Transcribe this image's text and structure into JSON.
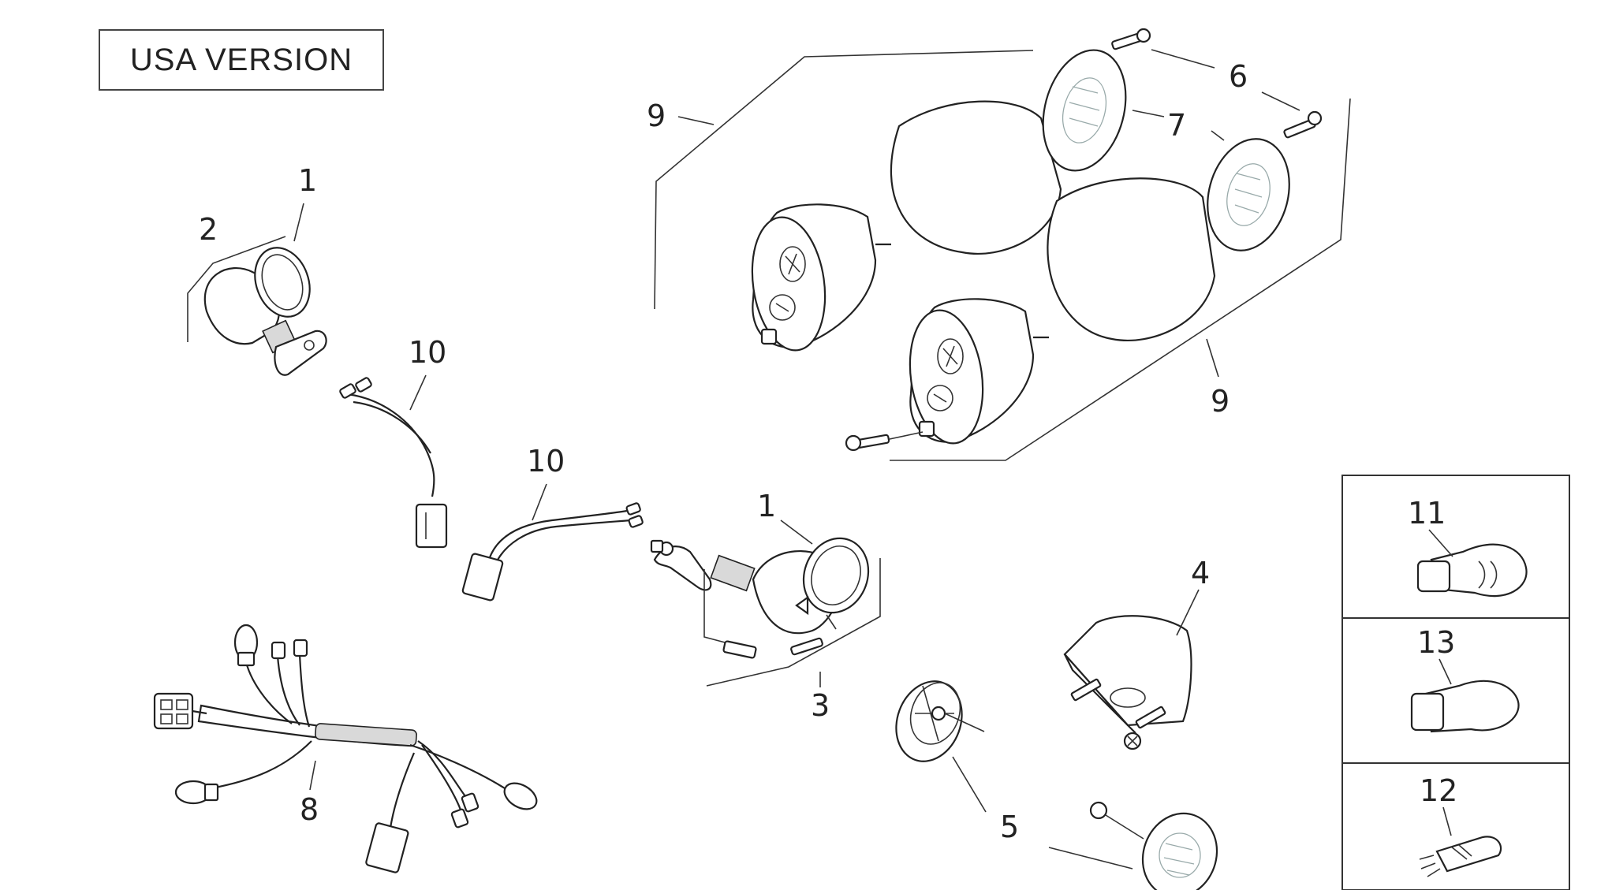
{
  "diagram": {
    "version_label": "USA VERSION",
    "callouts": {
      "c1a": "1",
      "c2": "2",
      "c10a": "10",
      "c10b": "10",
      "c1b": "1",
      "c3": "3",
      "c8": "8",
      "c9a": "9",
      "c9b": "9",
      "c6": "6",
      "c7": "7",
      "c4": "4",
      "c5": "5",
      "c11": "11",
      "c13": "13",
      "c12": "12"
    }
  }
}
